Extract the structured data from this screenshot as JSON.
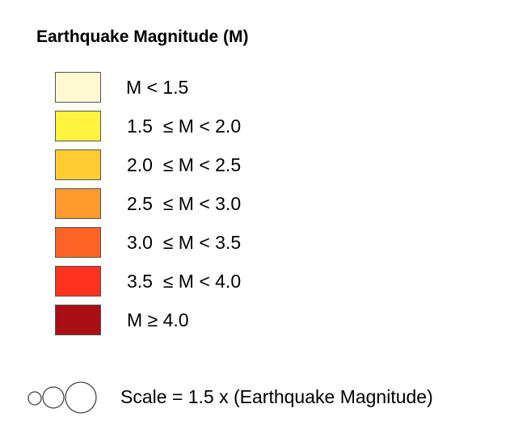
{
  "legend": {
    "title": "Earthquake Magnitude (M)",
    "items": [
      {
        "label": "M < 1.5",
        "color": "#fff9d1"
      },
      {
        "label": "1.5  ≤ M < 2.0",
        "color": "#fff43d"
      },
      {
        "label": "2.0  ≤ M < 2.5",
        "color": "#ffcc33"
      },
      {
        "label": "2.5  ≤ M < 3.0",
        "color": "#ff9a2e"
      },
      {
        "label": "3.0  ≤ M < 3.5",
        "color": "#ff6426"
      },
      {
        "label": "3.5  ≤ M < 4.0",
        "color": "#ff311f"
      },
      {
        "label": "M ≥ 4.0",
        "color": "#a90f14"
      }
    ],
    "scale_label": "Scale = 1.5 x (Earthquake Magnitude)"
  }
}
